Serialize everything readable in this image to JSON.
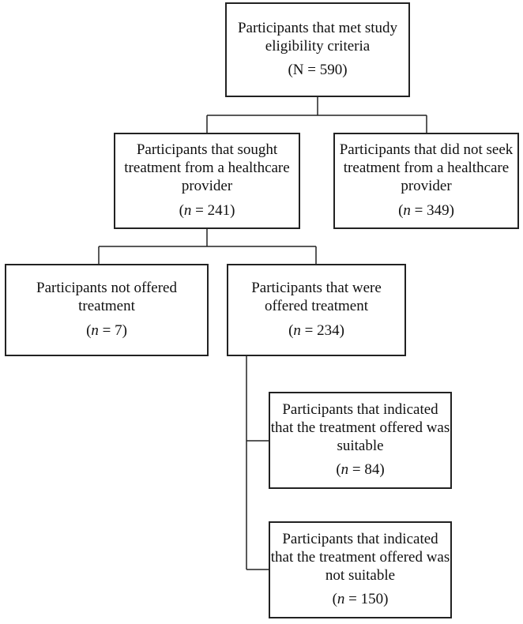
{
  "boxes": {
    "eligible": {
      "text": "Participants that met study eligibility criteria",
      "count_var": "N",
      "count_rest": " = 590",
      "italic_var": false
    },
    "sought": {
      "text": "Participants that sought treatment from a healthcare provider",
      "count_var": "n",
      "count_rest": " = 241",
      "italic_var": true
    },
    "not_seek": {
      "text": "Participants that did not seek treatment from a healthcare provider",
      "count_var": "n",
      "count_rest": " = 349",
      "italic_var": true
    },
    "not_offered": {
      "text": "Participants not offered treatment",
      "count_var": "n",
      "count_rest": " = 7",
      "italic_var": true
    },
    "offered": {
      "text": "Participants that were offered treatment",
      "count_var": "n",
      "count_rest": " = 234",
      "italic_var": true
    },
    "suitable": {
      "text": "Participants that indicated that the treatment offered was suitable",
      "count_var": "n",
      "count_rest": " = 84",
      "italic_var": true
    },
    "not_suitable": {
      "text": "Participants that indicated that the treatment offered was not suitable",
      "count_var": "n",
      "count_rest": " = 150",
      "italic_var": true
    }
  }
}
